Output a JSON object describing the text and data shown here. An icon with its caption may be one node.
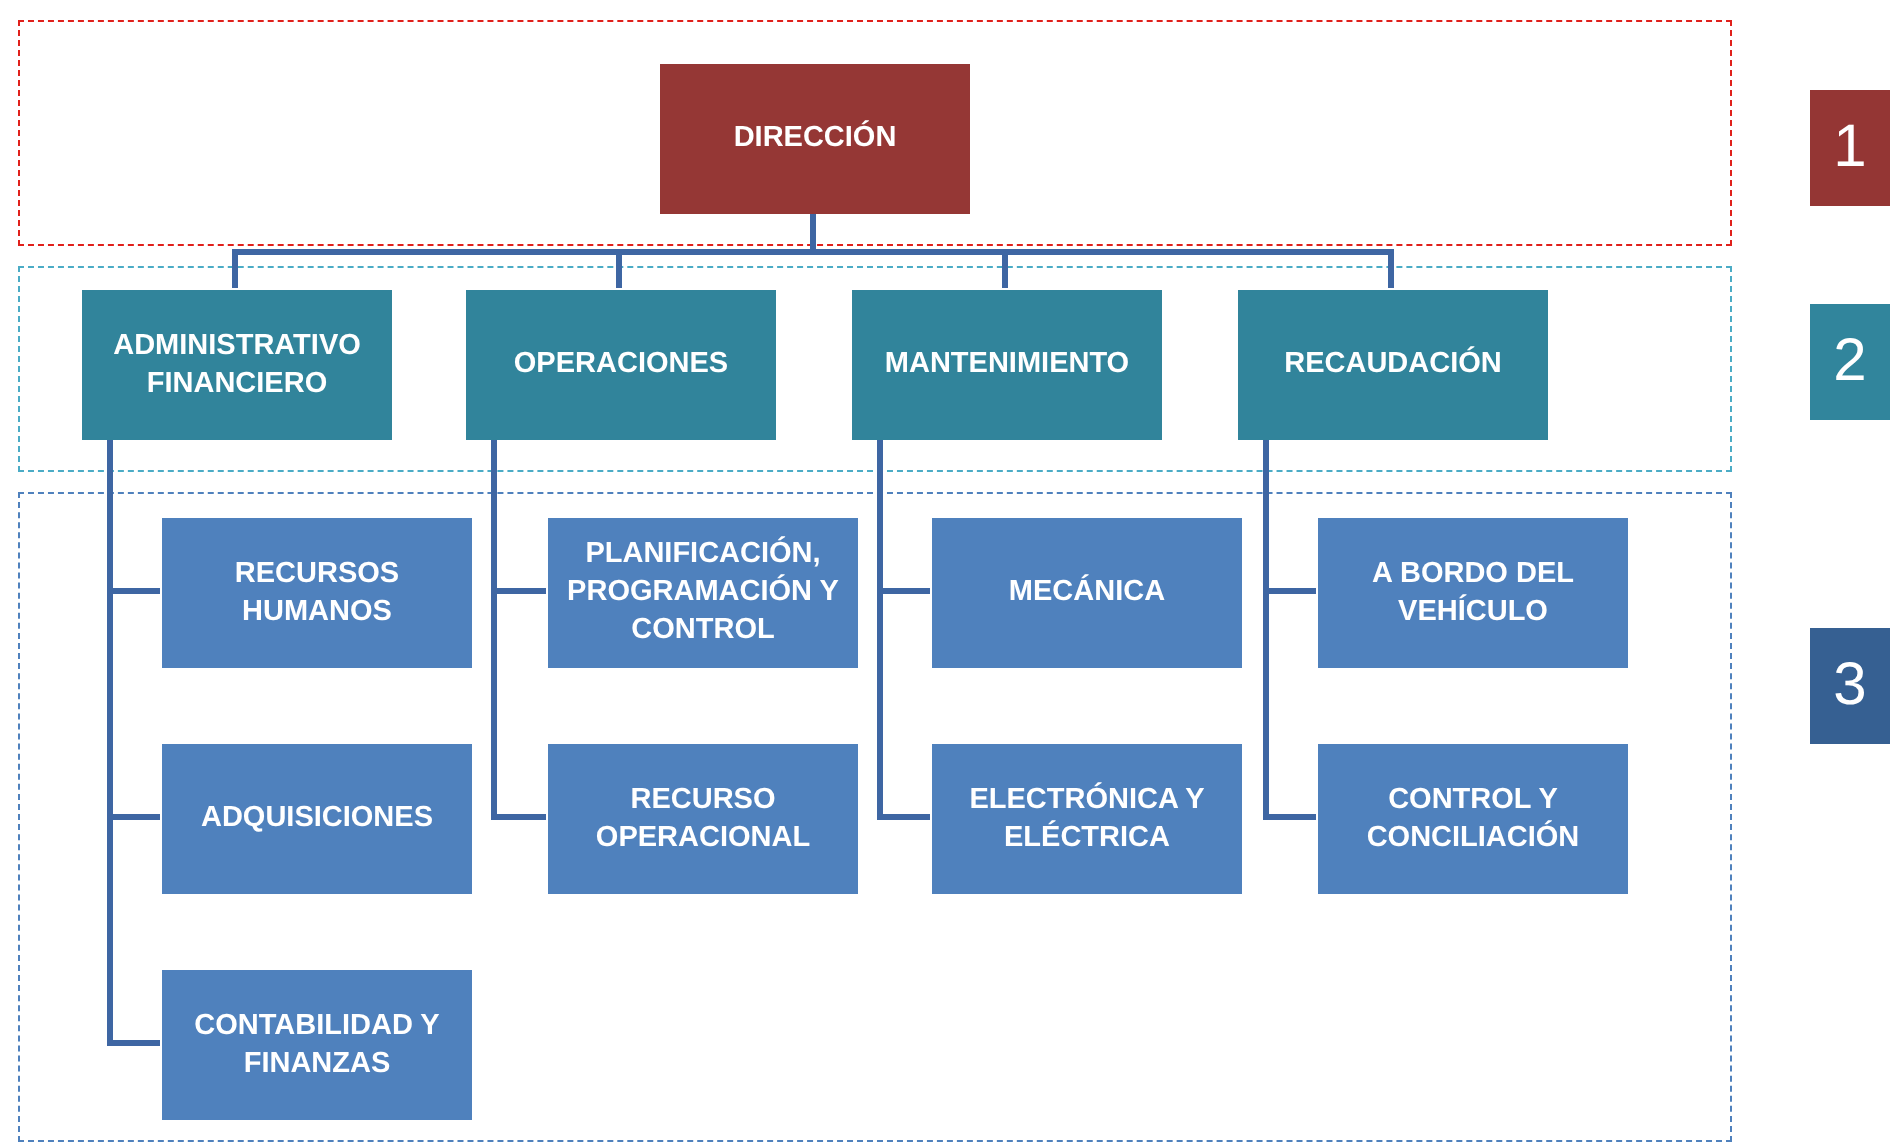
{
  "diagram": {
    "nodes": [
      {
        "text": [],
        "shape": "box"
      },
      {
        "text": [
          "DIRECCIÓN"
        ],
        "in": 0
      },
      {
        "text": [
          "1"
        ]
      },
      {
        "text": [],
        "shape": "box"
      },
      {
        "text": [
          "ADMINISTRATIVO FINANCIERO"
        ],
        "in": 3
      },
      {
        "text": [
          "OPERACIONES"
        ],
        "in": 3
      },
      {
        "text": [
          "MANTENIMIENTO"
        ],
        "in": 3
      },
      {
        "text": [
          "RECAUDACIÓN"
        ],
        "in": 3
      },
      {
        "text": [
          "2"
        ]
      },
      {
        "text": [],
        "shape": "box"
      },
      {
        "text": [
          "RECURSOS HUMANOS"
        ],
        "in": 9
      },
      {
        "text": [
          "PLANIFICACIÓN, PROGRAMACIÓN Y CONTROL"
        ],
        "in": 9
      },
      {
        "text": [
          "MECÁNICA"
        ],
        "in": 9
      },
      {
        "text": [
          "A BORDO DEL VEHÍCULO"
        ],
        "in": 9
      },
      {
        "text": [
          "ADQUISICIONES"
        ],
        "in": 9
      },
      {
        "text": [
          "RECURSO OPERACIONAL"
        ],
        "in": 9
      },
      {
        "text": [
          "ELECTRÓNICA Y ELÉCTRICA"
        ],
        "in": 9
      },
      {
        "text": [
          "CONTROL Y CONCILIACIÓN"
        ],
        "in": 9
      },
      {
        "text": [
          "CONTABILIDAD Y FINANZAS"
        ],
        "in": 9
      },
      {
        "text": [
          "3"
        ]
      }
    ],
    "edges": [
      {
        "from": 1,
        "to": 4,
        "arrow": "none"
      },
      {
        "from": 1,
        "to": 5,
        "arrow": "none"
      },
      {
        "from": 1,
        "to": 6,
        "arrow": "none"
      },
      {
        "from": 1,
        "to": 7,
        "arrow": "none"
      },
      {
        "from": 4,
        "to": 10,
        "arrow": "none"
      },
      {
        "from": 4,
        "to": 14,
        "arrow": "none"
      },
      {
        "from": 4,
        "to": 18,
        "arrow": "none"
      },
      {
        "from": 5,
        "to": 11,
        "arrow": "none"
      },
      {
        "from": 5,
        "to": 15,
        "arrow": "none"
      },
      {
        "from": 6,
        "to": 12,
        "arrow": "none"
      },
      {
        "from": 6,
        "to": 16,
        "arrow": "none"
      },
      {
        "from": 7,
        "to": 13,
        "arrow": "none"
      },
      {
        "from": 7,
        "to": 17,
        "arrow": "none"
      }
    ]
  }
}
